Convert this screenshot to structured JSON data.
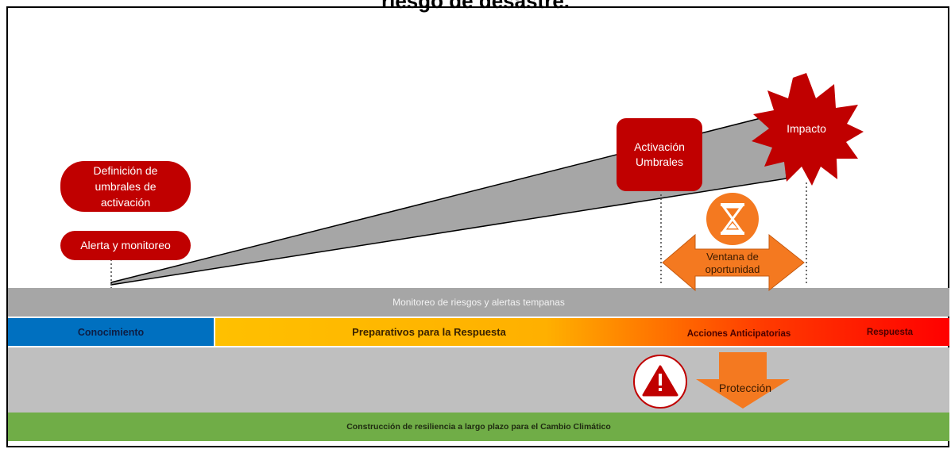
{
  "title": "riesgo de desastre.",
  "pills": {
    "definicion": "Definición de umbrales de activación",
    "alerta": "Alerta y monitoreo"
  },
  "boxes": {
    "activacion": "Activación Umbrales",
    "impacto": "Impacto"
  },
  "window_label": "Ventana de oportunidad",
  "bands": {
    "monitoreo": "Monitoreo de riesgos y alertas tempanas",
    "conocimiento": "Conocimiento",
    "preparativos": "Preparativos para la Respuesta",
    "acciones": "Acciones Anticipatorias",
    "respuesta": "Respuesta",
    "proteccion": "Protección",
    "resiliencia": "Construcción de resiliencia a largo plazo para el Cambio Climático"
  },
  "colors": {
    "dark_red": "#c00000",
    "blue": "#0070c0",
    "yellow": "#ffc000",
    "red": "#ff0000",
    "orange": "#f47920",
    "green": "#70ad47",
    "gray_band": "#a6a6a6",
    "light_gray": "#bfbfbf"
  },
  "icons": {
    "hourglass": "hourglass-icon",
    "warning": "warning-icon"
  }
}
